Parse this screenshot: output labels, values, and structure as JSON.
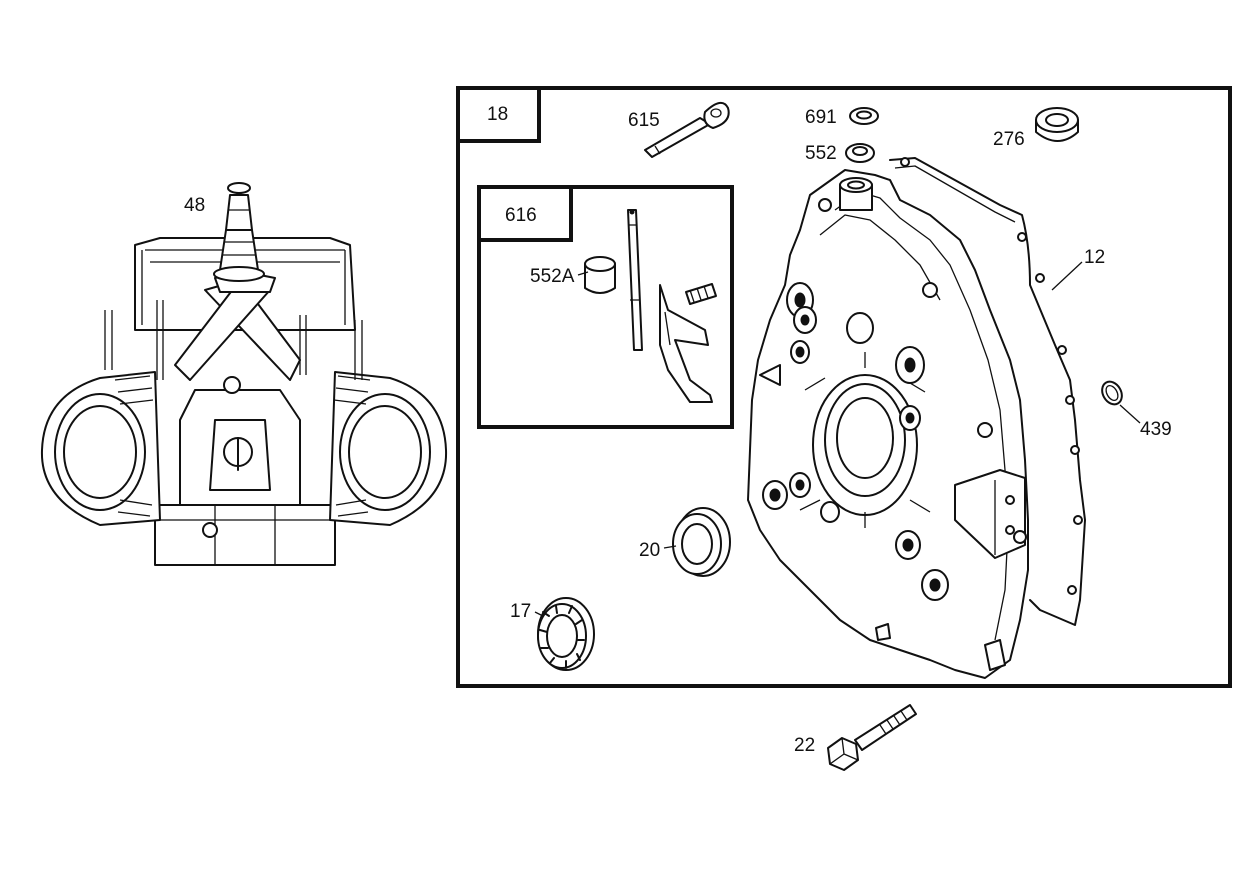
{
  "callouts": {
    "p48": "48",
    "p18": "18",
    "p615": "615",
    "p691": "691",
    "p552": "552",
    "p276": "276",
    "p616": "616",
    "p552a": "552A",
    "p12": "12",
    "p439": "439",
    "p20": "20",
    "p17": "17",
    "p22": "22"
  }
}
